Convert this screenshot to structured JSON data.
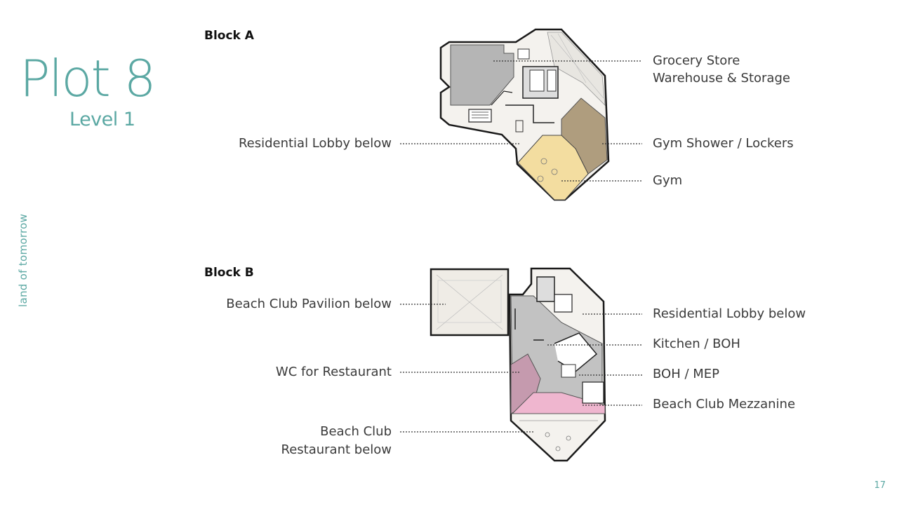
{
  "page": {
    "title": "Plot 8",
    "subtitle": "Level 1",
    "brand": "land of tomorrow",
    "page_number": "17"
  },
  "block_a": {
    "heading": "Block A",
    "labels": {
      "grocery_line1": "Grocery Store",
      "grocery_line2": "Warehouse & Storage",
      "residential_lobby": "Residential Lobby below",
      "gym_shower": "Gym Shower / Lockers",
      "gym": "Gym"
    }
  },
  "block_b": {
    "heading": "Block B",
    "labels": {
      "beach_club_pavilion": "Beach Club Pavilion below",
      "residential_lobby": "Residential Lobby below",
      "kitchen": "Kitchen / BOH",
      "wc_restaurant": "WC for Restaurant",
      "boh_mep": "BOH / MEP",
      "beach_club_mezzanine": "Beach Club Mezzanine",
      "beach_club_restaurant_line1": "Beach Club",
      "beach_club_restaurant_line2": "Restaurant below"
    }
  },
  "colors": {
    "accent": "#5ba8a3",
    "grocery_fill": "#b5b5b5",
    "gym_fill": "#f3dda0",
    "lockers_fill": "#a89472",
    "kitchen_fill": "#c2c2c2",
    "wc_fill": "#c59aae",
    "mezzanine_fill": "#efb6cf"
  }
}
